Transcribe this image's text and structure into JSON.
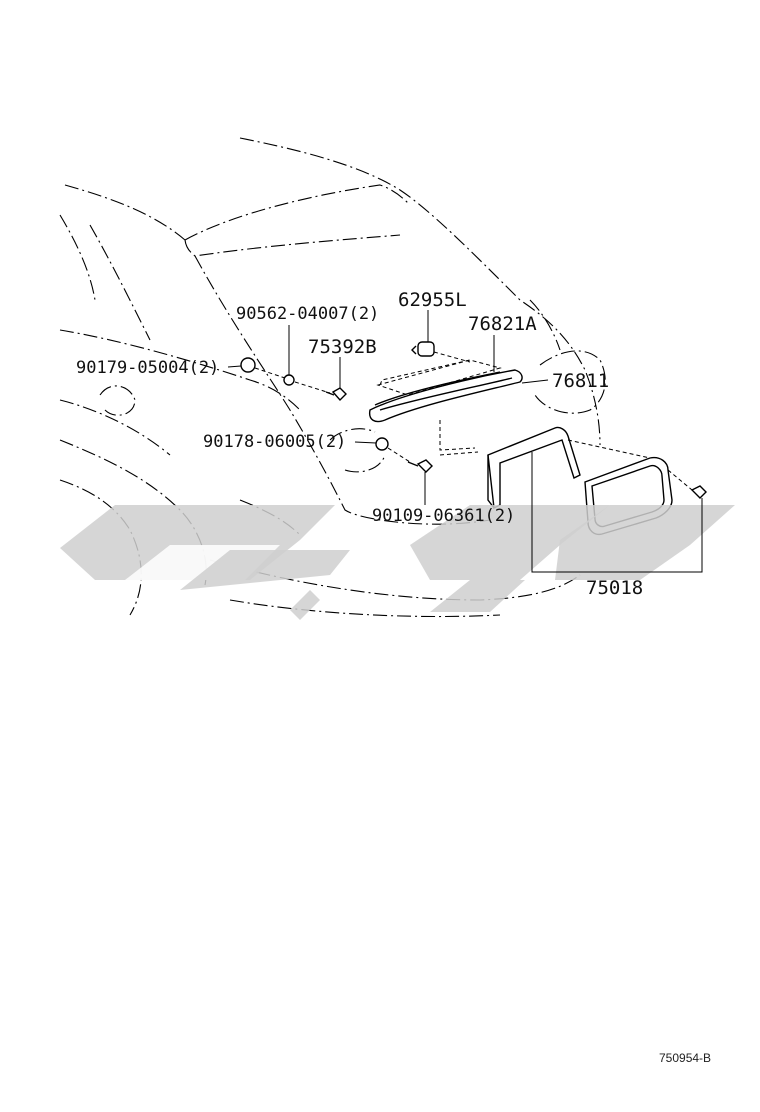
{
  "diagram": {
    "parts": {
      "p62955L": "62955L",
      "p76821A": "76821A",
      "p90562": "90562-04007(2)",
      "p75392B": "75392B",
      "p90179": "90179-05004(2)",
      "p76811": "76811",
      "p90178": "90178-06005(2)",
      "p90109": "90109-06361(2)",
      "p75018": "75018"
    },
    "reference_code": "750954-B",
    "colors": {
      "line": "#000000",
      "watermark": "#cfcfcf",
      "background": "#ffffff"
    }
  }
}
